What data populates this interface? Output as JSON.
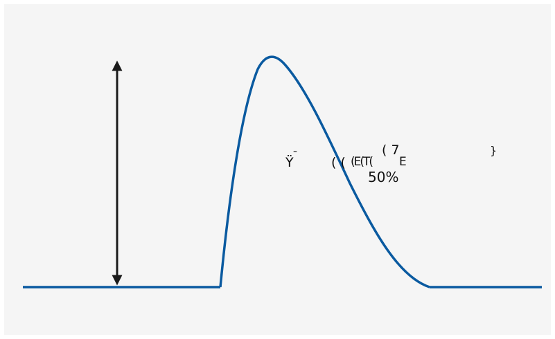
{
  "colors": {
    "panel_background": "#f5f5f5",
    "pulse_curve": "#0a5aa0",
    "amplitude_arrow": "#1a1a1a",
    "label_text": "#111111"
  },
  "glyphs": {
    "glyph_1": "Ÿ",
    "glyph_2": "¯",
    "glyph_3": "( (",
    "glyph_4": "(E(T(",
    "glyph_5": "( 7",
    "glyph_6": "E",
    "glyph_7": "}"
  },
  "labels": {
    "percent": "50%"
  }
}
